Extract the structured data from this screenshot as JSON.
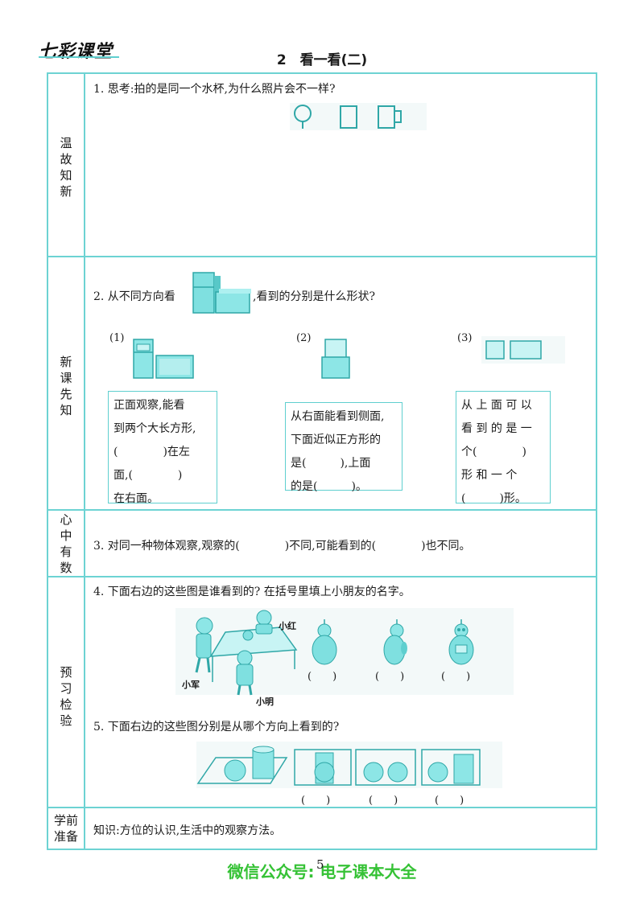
{
  "header": {
    "logo": "七彩课堂",
    "title": "2　看一看(二)"
  },
  "sections": {
    "review": "温故知新",
    "new": "新课先知",
    "mind": "心中有数",
    "preview": "预习检验",
    "pre": "学前准备"
  },
  "q1": {
    "text": "1. 思考:拍的是同一个水杯,为什么照片会不一样?"
  },
  "q2": {
    "text_before": "2. 从不同方向看",
    "text_after": ",看到的分别是什么形状?",
    "labels": [
      "(1)",
      "(2)",
      "(3)"
    ],
    "box1": [
      "正面观察,能看",
      "到两个大长方形,",
      "(　　　　)在左",
      "面,(　　　　)",
      "在右面。"
    ],
    "box2": [
      "从右面能看到侧面,",
      "下面近似正方形的",
      "是(　　　),上面",
      "的是(　　　)。"
    ],
    "box3": [
      "从 上 面 可 以",
      "看 到 的 是 一",
      "个(　　　　)",
      "形 和 一 个",
      "(　　　)形。"
    ]
  },
  "q3": {
    "text": "3. 对同一种物体观察,观察的(　　　　)不同,可能看到的(　　　　)也不同。"
  },
  "q4": {
    "text": "4. 下面右边的这些图是谁看到的? 在括号里填上小朋友的名字。",
    "names": [
      "小红",
      "小军",
      "小明"
    ],
    "blanks": [
      "(　　)",
      "(　　)",
      "(　　)"
    ]
  },
  "q5": {
    "text": "5. 下面右边的这些图分别是从哪个方向上看到的?",
    "blanks": [
      "(　　)",
      "(　　)",
      "(　　)"
    ]
  },
  "pre": {
    "text": "知识:方位的认识,生活中的观察方法。"
  },
  "footer": {
    "page": "5",
    "watermark": "微信公众号: 电子课本大全"
  }
}
